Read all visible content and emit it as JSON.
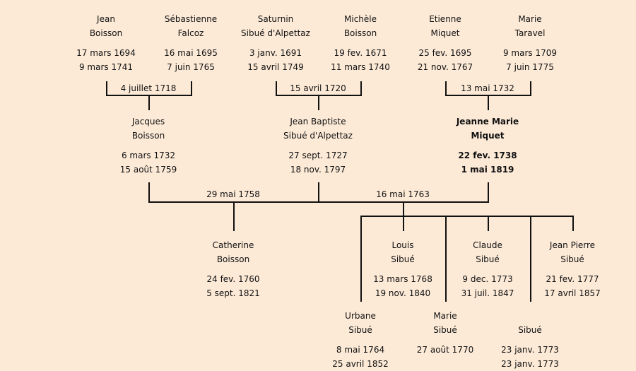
{
  "people": [
    {
      "first": "Jean",
      "last": "Boisson",
      "birth": "17 mars 1694",
      "death": "9 mars 1741"
    },
    {
      "first": "Sébastienne",
      "last": "Falcoz",
      "birth": "16 mai 1695",
      "death": "7 juin 1765"
    },
    {
      "first": "Saturnin",
      "last": "Sibué d'Alpettaz",
      "birth": "3 janv. 1691",
      "death": "15 avril 1749"
    },
    {
      "first": "Michèle",
      "last": "Boisson",
      "birth": "19 fev. 1671",
      "death": "11 mars 1740"
    },
    {
      "first": "Etienne",
      "last": "Miquet",
      "birth": "25 fev. 1695",
      "death": "21 nov. 1767"
    },
    {
      "first": "Marie",
      "last": "Taravel",
      "birth": "9 mars 1709",
      "death": "7 juin 1775"
    },
    {
      "first": "Jacques",
      "last": "Boisson",
      "birth": "6 mars 1732",
      "death": "15 août 1759"
    },
    {
      "first": "Jean Baptiste",
      "last": "Sibué d'Alpettaz",
      "birth": "27 sept. 1727",
      "death": "18 nov. 1797"
    },
    {
      "first": "Jeanne Marie",
      "last": "Miquet",
      "birth": "22 fev. 1738",
      "death": "1 mai 1819"
    },
    {
      "first": "Catherine",
      "last": "Boisson",
      "birth": "24 fev. 1760",
      "death": "5 sept. 1821"
    },
    {
      "first": "Louis",
      "last": "Sibué",
      "birth": "13 mars 1768",
      "death": "19 nov. 1840"
    },
    {
      "first": "Claude",
      "last": "Sibué",
      "birth": "9 dec. 1773",
      "death": "31 juil. 1847"
    },
    {
      "first": "Jean Pierre",
      "last": "Sibué",
      "birth": "21 fev. 1777",
      "death": "17 avril 1857"
    },
    {
      "first": "Urbane",
      "last": "Sibué",
      "birth": "8 mai 1764",
      "death": "25 avril 1852"
    },
    {
      "first": "Marie",
      "last": "Sibué",
      "birth": "27 août 1770",
      "death": ""
    },
    {
      "first": "",
      "last": "Sibué",
      "birth": "23 janv. 1773",
      "death": "23 janv. 1773"
    }
  ],
  "marriages": [
    "4 juillet 1718",
    "15 avril 1720",
    "13 mai 1732",
    "29 mai 1758",
    "16 mai 1763"
  ]
}
